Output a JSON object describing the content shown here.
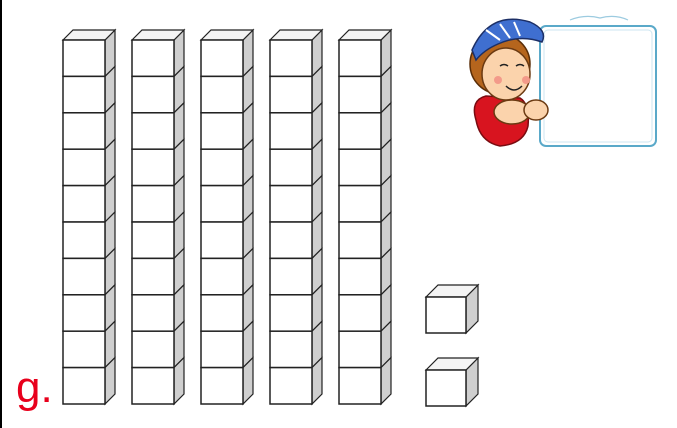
{
  "problem_label": "g.",
  "colors": {
    "label": "#e8001c",
    "cube_stroke": "#222222",
    "cube_side_fill": "#cfcfcf",
    "cube_top_fill": "#f4f4f4",
    "answer_box_stroke": "#5aa9c9"
  },
  "base_ten_blocks": {
    "tens_rods": 5,
    "units_per_rod": 10,
    "ones_cubes": 2
  },
  "answer_box": {
    "mascot": "cartoon-boy-with-blue-cap",
    "value": ""
  }
}
